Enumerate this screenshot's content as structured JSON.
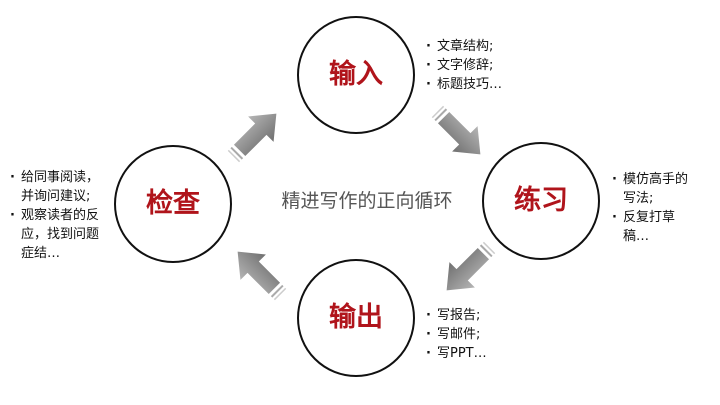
{
  "title": "精进写作的正向循环",
  "colors": {
    "accent": "#b0141b",
    "arrow": "#8a8a8a",
    "title": "#555555"
  },
  "nodes": {
    "input": {
      "label": "输入",
      "notes": [
        "文章结构;",
        "文字修辞;",
        "标题技巧…"
      ]
    },
    "practice": {
      "label": "练习",
      "notes": [
        "模仿高手的写法;",
        "反复打草稿…"
      ]
    },
    "output": {
      "label": "输出",
      "notes": [
        "写报告;",
        "写邮件;",
        "写PPT…"
      ]
    },
    "check": {
      "label": "检查",
      "notes": [
        "给同事阅读，并询问建议;",
        "观察读者的反应，找到问题症结…"
      ]
    }
  }
}
